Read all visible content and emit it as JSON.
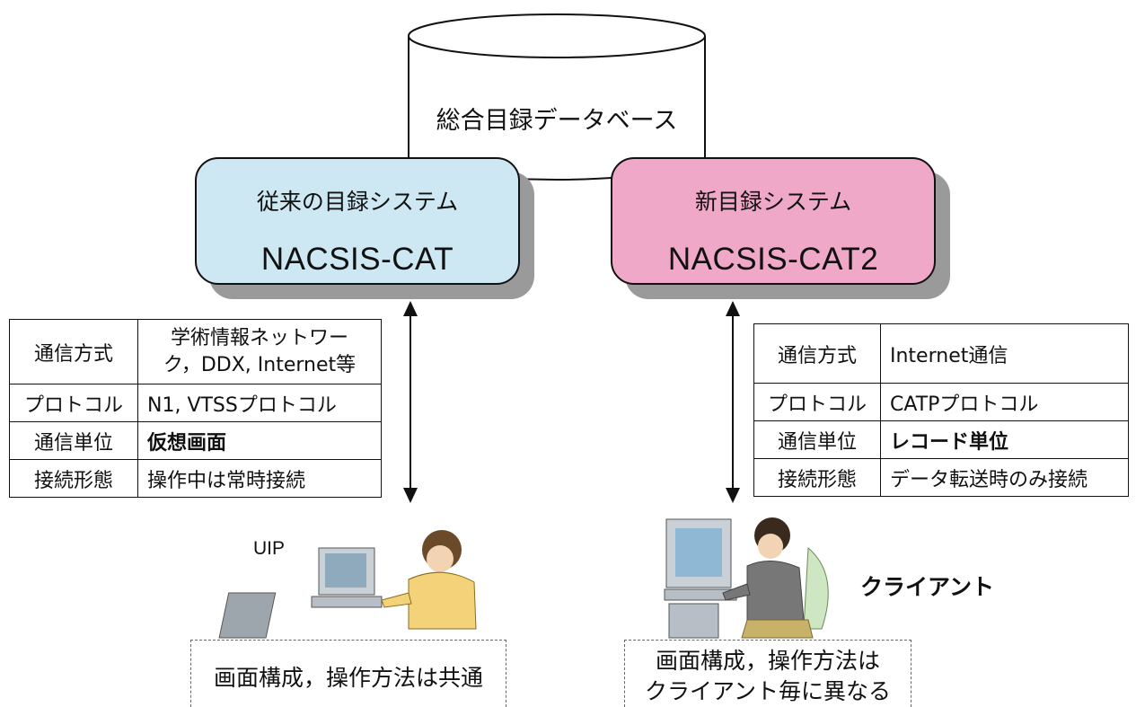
{
  "database": {
    "label": "総合目録データベース"
  },
  "old_system": {
    "subtitle": "従来の目録システム",
    "name": "NACSIS-CAT",
    "table": [
      {
        "key": "通信方式",
        "value": "学術情報ネットワー\nク，DDX, Internet等",
        "bold": false
      },
      {
        "key": "プロトコル",
        "value": "N1, VTSSプロトコル",
        "bold": false
      },
      {
        "key": "通信単位",
        "value": "仮想画面",
        "bold": true
      },
      {
        "key": "接続形態",
        "value": "操作中は常時接続",
        "bold": false
      }
    ],
    "terminal_label": "UIP",
    "note": "画面構成，操作方法は共通"
  },
  "new_system": {
    "subtitle": "新目録システム",
    "name": "NACSIS-CAT2",
    "table": [
      {
        "key": "通信方式",
        "value": "Internet通信",
        "bold": false
      },
      {
        "key": "プロトコル",
        "value": "CATPプロトコル",
        "bold": false
      },
      {
        "key": "通信単位",
        "value": "レコード単位",
        "bold": true
      },
      {
        "key": "接続形態",
        "value": "データ転送時のみ接続",
        "bold": false
      }
    ],
    "terminal_label": "クライアント",
    "note": "画面構成，操作方法は\nクライアント毎に異なる"
  },
  "colors": {
    "old_box": "#cde8f3",
    "new_box": "#f0a8c8",
    "shadow": "#9a9a9a"
  }
}
